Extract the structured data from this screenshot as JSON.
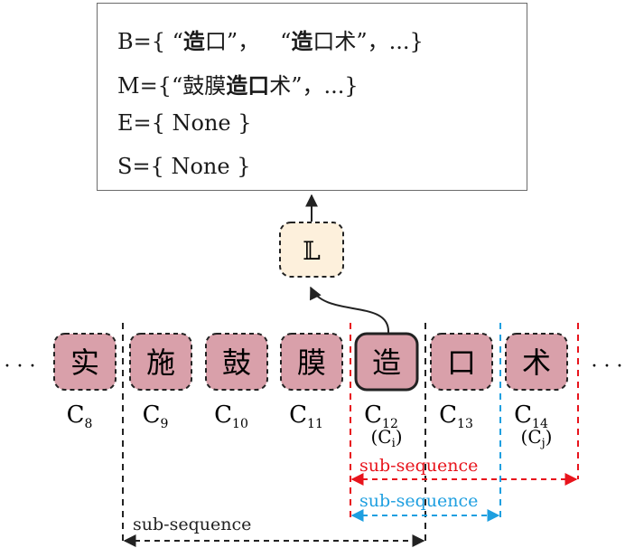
{
  "sets": {
    "B": {
      "prefix": "B={",
      "q1_open": " “",
      "q1_bold": "造",
      "q1_rest": "口”，",
      "q2_open": "“",
      "q2_bold": "造",
      "q2_rest": "口术”，...}"
    },
    "M": {
      "prefix": "M={",
      "q1_open": "“鼓膜",
      "q1_bold": "造口",
      "q1_rest": "术”，...}"
    },
    "E": {
      "text": "E={ None }"
    },
    "S": {
      "text": "S={ None }"
    }
  },
  "lexicon_node": {
    "label": "𝕃"
  },
  "chars": [
    {
      "char": "实",
      "label": "C",
      "sub": "8",
      "alias": ""
    },
    {
      "char": "施",
      "label": "C",
      "sub": "9",
      "alias": ""
    },
    {
      "char": "鼓",
      "label": "C",
      "sub": "10",
      "alias": ""
    },
    {
      "char": "膜",
      "label": "C",
      "sub": "11",
      "alias": ""
    },
    {
      "char": "造",
      "label": "C",
      "sub": "12",
      "alias": "(C",
      "alias_sub": "i",
      "alias_close": ")"
    },
    {
      "char": "口",
      "label": "C",
      "sub": "13",
      "alias": ""
    },
    {
      "char": "术",
      "label": "C",
      "sub": "14",
      "alias": "(C",
      "alias_sub": "j",
      "alias_close": ")"
    }
  ],
  "ellipsis_left": "· · ·",
  "ellipsis_right": "· · ·",
  "spans": [
    {
      "label": "sub-sequence",
      "color": "#e8141c"
    },
    {
      "label": "sub-sequence",
      "color": "#1e9fe0"
    },
    {
      "label": "sub-sequence",
      "color": "#222222"
    }
  ],
  "colors": {
    "char_fill": "#d9a0aa",
    "lexicon_fill": "#fdf0dc"
  }
}
